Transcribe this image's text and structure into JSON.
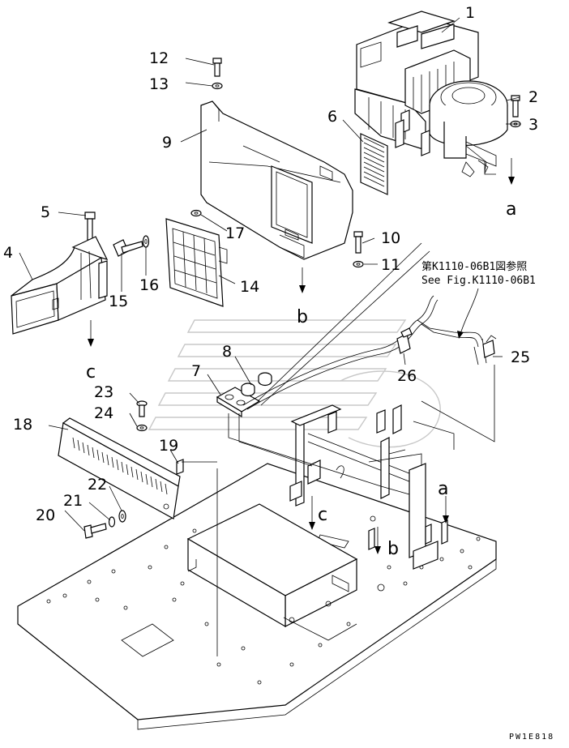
{
  "diagram": {
    "part_numbers": [
      "1",
      "2",
      "3",
      "4",
      "5",
      "6",
      "7",
      "8",
      "9",
      "10",
      "11",
      "12",
      "13",
      "14",
      "15",
      "16",
      "17",
      "18",
      "19",
      "20",
      "21",
      "22",
      "23",
      "24",
      "25",
      "26"
    ],
    "connection_letters": {
      "a_top": "a",
      "a_bottom": "a",
      "b_top": "b",
      "b_bottom": "b",
      "c_left": "c",
      "c_bottom": "c"
    },
    "reference_note": {
      "japanese": "第K1110-06B1図参照",
      "english": "See Fig.K1110-06B1"
    },
    "drawing_code": "PW1E818"
  }
}
